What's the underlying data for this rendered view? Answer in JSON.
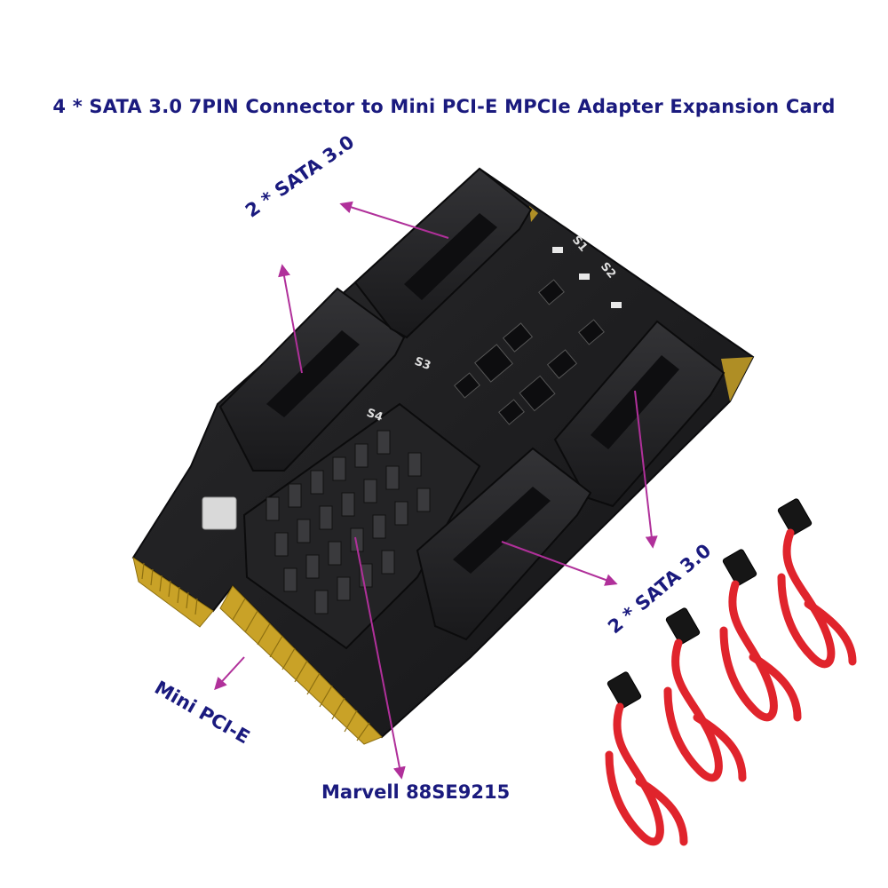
{
  "title": "4 * SATA 3.0 7PIN Connector to Mini PCI-E MPCIe Adapter Expansion Card",
  "labels": {
    "sata_top": "2 * SATA 3.0",
    "sata_right": "2 * SATA 3.0",
    "mini_pcie": "Mini PCI-E",
    "chip": "Marvell 88SE9215"
  },
  "port_silkscreen": [
    "S1",
    "S2",
    "S3",
    "S4"
  ],
  "colors": {
    "text": "#1a1a7e",
    "arrow": "#b0309a",
    "pcb": "#1c1c1e",
    "gold": "#c9a227",
    "cable": "#e0242c"
  }
}
